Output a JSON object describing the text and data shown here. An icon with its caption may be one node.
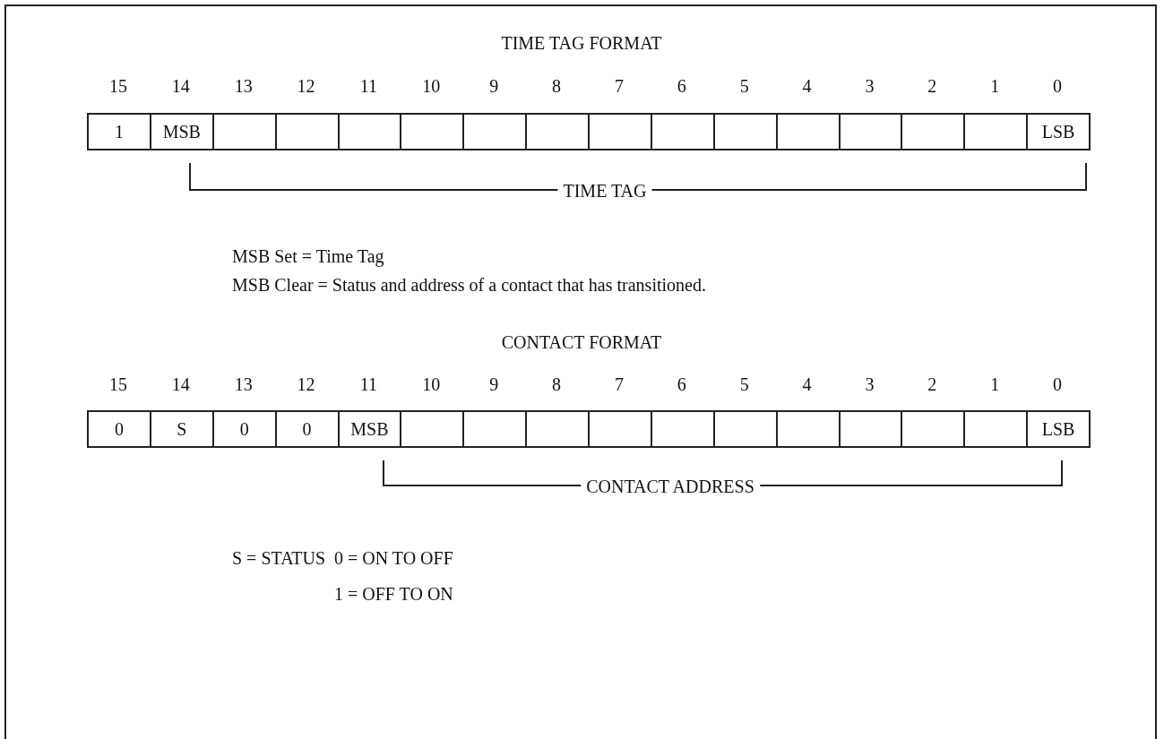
{
  "diagram": {
    "nodes": [
      {
        "text": [
          "1"
        ]
      },
      {
        "text": [
          "MSB"
        ]
      },
      {
        "text": [],
        "shape": "box"
      },
      {
        "text": [],
        "shape": "box"
      },
      {
        "text": [],
        "shape": "box"
      },
      {
        "text": [],
        "shape": "box"
      },
      {
        "text": [],
        "shape": "box"
      },
      {
        "text": [],
        "shape": "box"
      },
      {
        "text": [],
        "shape": "box"
      },
      {
        "text": [],
        "shape": "box"
      },
      {
        "text": [],
        "shape": "box"
      },
      {
        "text": [],
        "shape": "box"
      },
      {
        "text": [],
        "shape": "box"
      },
      {
        "text": [],
        "shape": "box"
      },
      {
        "text": [],
        "shape": "box"
      },
      {
        "text": [
          "LSB"
        ]
      },
      {
        "text": [
          "0"
        ]
      },
      {
        "text": [
          "S"
        ]
      },
      {
        "text": [
          "0"
        ]
      },
      {
        "text": [
          "0"
        ]
      },
      {
        "text": [
          "MSB"
        ]
      },
      {
        "text": [],
        "shape": "box"
      },
      {
        "text": [],
        "shape": "box"
      },
      {
        "text": [],
        "shape": "box"
      },
      {
        "text": [],
        "shape": "box"
      },
      {
        "text": [],
        "shape": "box"
      },
      {
        "text": [],
        "shape": "box"
      },
      {
        "text": [],
        "shape": "box"
      },
      {
        "text": [],
        "shape": "box"
      },
      {
        "text": [],
        "shape": "box"
      },
      {
        "text": [],
        "shape": "box"
      },
      {
        "text": [
          "LSB"
        ]
      }
    ],
    "labels": [
      "TIME TAG FORMAT",
      "15",
      "14",
      "13",
      "12",
      "11",
      "10",
      "9",
      "8",
      "7",
      "6",
      "5",
      "4",
      "3",
      "2",
      "1",
      "0",
      "TIME TAG",
      "MSB Set = Time Tag",
      "MSB Clear = Status and address of a contact that has transitioned.",
      "CONTACT FORMAT",
      "15",
      "14",
      "13",
      "12",
      "11",
      "10",
      "9",
      "8",
      "7",
      "6",
      "5",
      "4",
      "3",
      "2",
      "1",
      "0",
      "CONTACT ADDRESS",
      "S = STATUS",
      "0 = ON TO OFF",
      "1 = OFF TO ON"
    ]
  }
}
